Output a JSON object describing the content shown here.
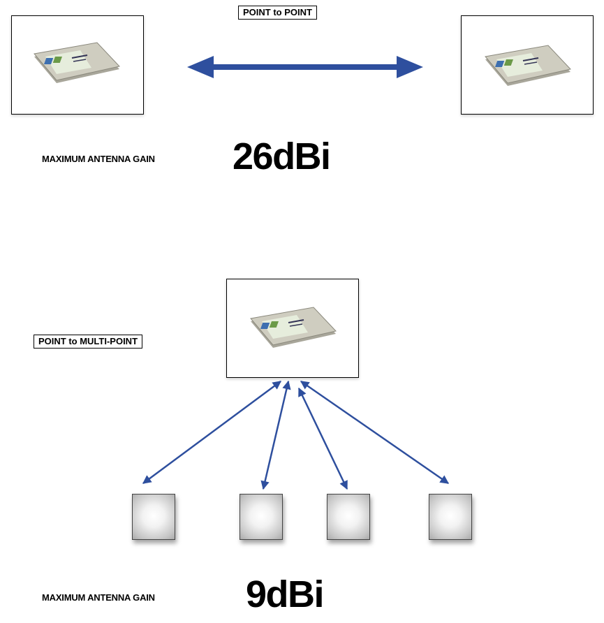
{
  "top": {
    "title": "POINT to POINT",
    "gain_caption": "MAXIMUM ANTENNA GAIN",
    "gain_value": "26dBi"
  },
  "bottom": {
    "title": "POINT to MULTI-POINT",
    "gain_caption": "MAXIMUM ANTENNA GAIN",
    "gain_value": "9dBi"
  },
  "colors": {
    "arrow": "#2e4f9e",
    "card_body": "#c9c7b8",
    "card_label": "#d8e2c8"
  },
  "icons": {
    "device": "pc-card-wireless-adapter-icon",
    "client": "client-node-icon"
  }
}
